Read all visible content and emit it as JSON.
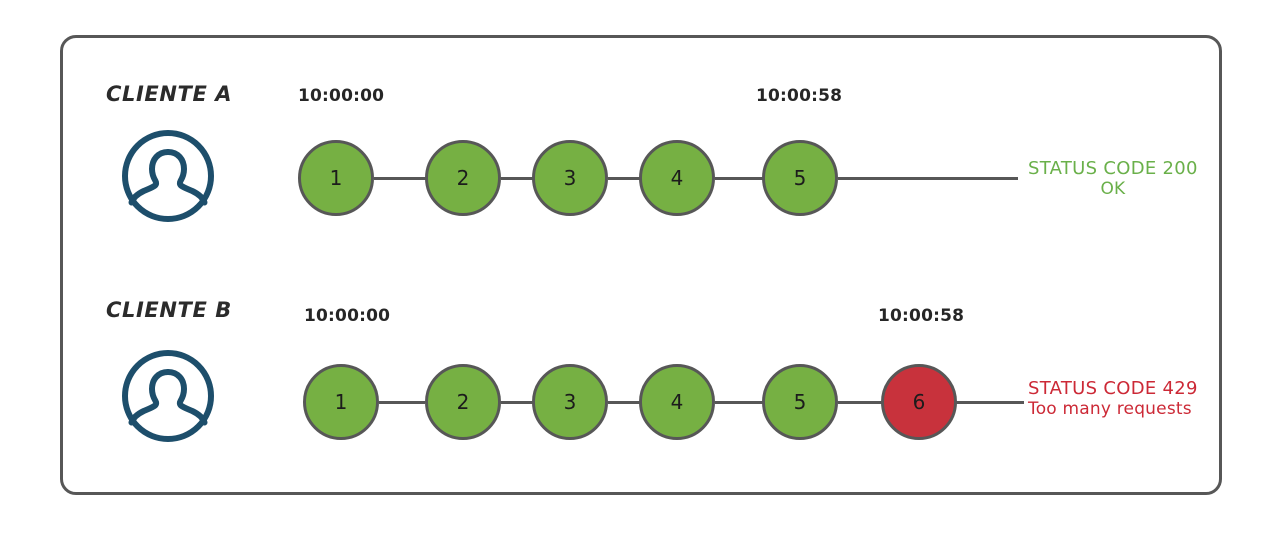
{
  "diagram": {
    "title_present": false,
    "colors": {
      "node_ok": "#76b043",
      "node_fail": "#c8323c",
      "node_border": "#575757",
      "connector": "#575757",
      "frame_border": "#575757",
      "avatar": "#1d4e6b",
      "status_ok_text": "#6ab04a",
      "status_fail_text": "#cc2936",
      "label_text": "#2b2b2b",
      "timestamp_text": "#262626",
      "background": "#ffffff"
    },
    "rows": [
      {
        "id": "cliente-a",
        "label": "CLIENTE A",
        "avatar_icon": "user-avatar-icon",
        "start_timestamp": "10:00:00",
        "end_timestamp": "10:00:58",
        "nodes": [
          {
            "number": "1",
            "state": "ok"
          },
          {
            "number": "2",
            "state": "ok"
          },
          {
            "number": "3",
            "state": "ok"
          },
          {
            "number": "4",
            "state": "ok"
          },
          {
            "number": "5",
            "state": "ok"
          }
        ],
        "status": {
          "state": "ok",
          "line1": "STATUS CODE 200",
          "line2": "OK"
        }
      },
      {
        "id": "cliente-b",
        "label": "CLIENTE B",
        "avatar_icon": "user-avatar-icon",
        "start_timestamp": "10:00:00",
        "end_timestamp": "10:00:58",
        "nodes": [
          {
            "number": "1",
            "state": "ok"
          },
          {
            "number": "2",
            "state": "ok"
          },
          {
            "number": "3",
            "state": "ok"
          },
          {
            "number": "4",
            "state": "ok"
          },
          {
            "number": "5",
            "state": "ok"
          },
          {
            "number": "6",
            "state": "fail"
          }
        ],
        "status": {
          "state": "fail",
          "line1": "STATUS CODE 429",
          "line2": "Too many requests"
        }
      }
    ]
  }
}
